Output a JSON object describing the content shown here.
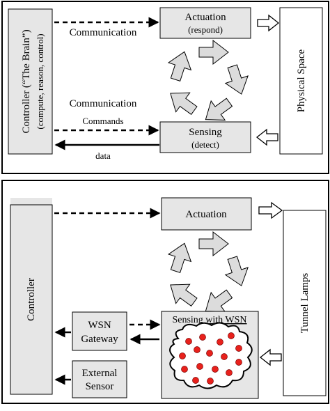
{
  "top": {
    "controller_line1": "Controller (“The Brain”)",
    "controller_line2": "(compute, reason, control)",
    "actuation_title": "Actuation",
    "actuation_sub": "(respond)",
    "sensing_title": "Sensing",
    "sensing_sub": "(detect)",
    "physical_space": "Physical Space",
    "communication_upper": "Communication",
    "communication_lower": "Communication",
    "commands": "Commands",
    "data": "data"
  },
  "bottom": {
    "controller": "Controller",
    "actuation": "Actuation",
    "tunnel_lamps": "Tunnel Lamps",
    "wsn_gateway_line1": "WSN",
    "wsn_gateway_line2": "Gateway",
    "external_sensor_line1": "External",
    "external_sensor_line2": "Sensor",
    "sensing_with": "Sensing ",
    "sensing_wsn": "with WSN"
  },
  "colors": {
    "box_fill": "#e6e6e6",
    "panel_stroke": "#000000",
    "sensor_node": "#e8211c",
    "cycle_fill": "#dcdcdc"
  }
}
